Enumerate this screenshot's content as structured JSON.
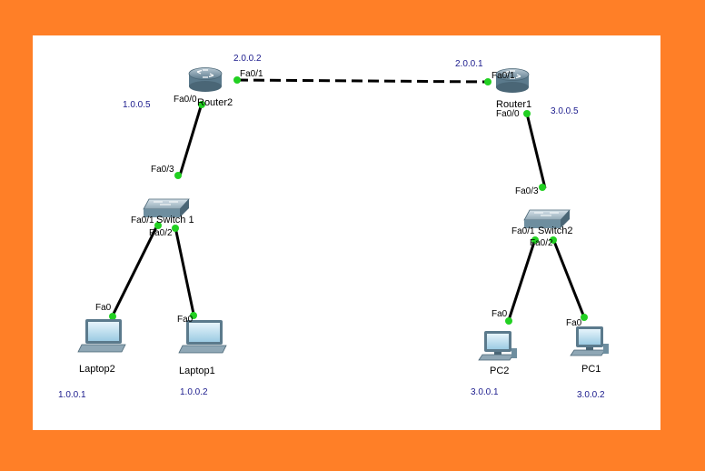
{
  "colors": {
    "frame": "#ff7f27",
    "canvas": "#ffffff",
    "link_up": "#22d022",
    "ip_text": "#1a1a8c"
  },
  "devices": {
    "router2": {
      "label": "Router2",
      "icon": "router-icon"
    },
    "router1": {
      "label": "Router1",
      "icon": "router-icon"
    },
    "switch1": {
      "label": "Switch 1",
      "icon": "switch-icon"
    },
    "switch2": {
      "label": "Switch2",
      "icon": "switch-icon"
    },
    "laptop2": {
      "label": "Laptop2",
      "icon": "laptop-icon"
    },
    "laptop1": {
      "label": "Laptop1",
      "icon": "laptop-icon"
    },
    "pc2": {
      "label": "PC2",
      "icon": "pc-icon"
    },
    "pc1": {
      "label": "PC1",
      "icon": "pc-icon"
    }
  },
  "ip_labels": {
    "r2_fa01": "2.0.0.2",
    "r1_fa01": "2.0.0.1",
    "r2_fa00": "1.0.0.5",
    "r1_fa00": "3.0.0.5",
    "laptop2": "1.0.0.1",
    "laptop1": "1.0.0.2",
    "pc2": "3.0.0.1",
    "pc1": "3.0.0.2"
  },
  "port_labels": {
    "r2_fa01": "Fa0/1",
    "r2_fa00": "Fa0/0",
    "r1_fa01": "Fa0/1",
    "r1_fa00": "Fa0/0",
    "sw1_fa03": "Fa0/3",
    "sw1_fa01": "Fa0/1",
    "sw1_fa02": "Fa0/2",
    "sw2_fa03": "Fa0/3",
    "sw2_fa01": "Fa0/1",
    "sw2_fa02": "Fa0/2",
    "laptop2_fa0": "Fa0",
    "laptop1_fa0": "Fa0",
    "pc2_fa0": "Fa0",
    "pc1_fa0": "Fa0"
  }
}
